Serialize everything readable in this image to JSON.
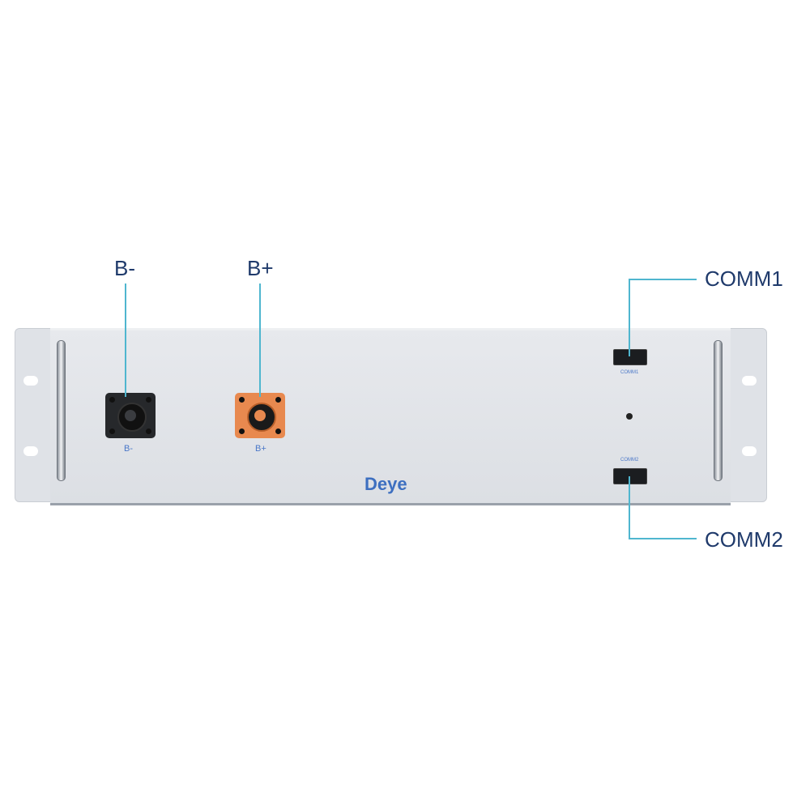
{
  "callouts": {
    "b_minus": "B-",
    "b_plus": "B+",
    "comm1": "COMM1",
    "comm2": "COMM2"
  },
  "panel_labels": {
    "b_minus": "B-",
    "b_plus": "B+",
    "comm1": "COMM1",
    "comm2": "COMM2"
  },
  "brand": "Deye",
  "colors": {
    "leader_line": "#4fb6cf",
    "callout_text": "#1f3a6b",
    "brand": "#3d6fc0",
    "negative_terminal": "#222427",
    "positive_terminal": "#e8894f"
  }
}
